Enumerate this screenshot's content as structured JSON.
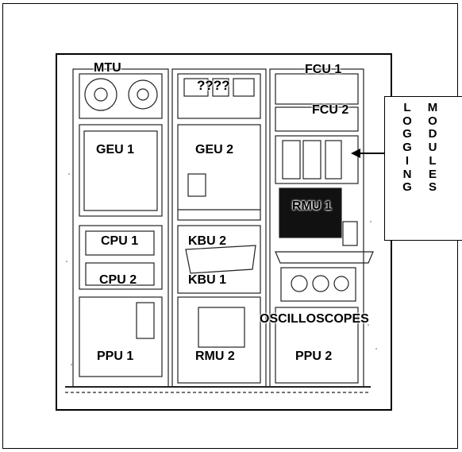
{
  "labels": {
    "mtu": "MTU",
    "unknown": "????",
    "fcu1": "FCU 1",
    "fcu2": "FCU 2",
    "geu1": "GEU 1",
    "geu2": "GEU 2",
    "rmu1": "RMU 1",
    "cpu1": "CPU 1",
    "kbu2": "KBU 2",
    "cpu2": "CPU 2",
    "kbu1": "KBU 1",
    "oscilloscopes": "OSCILLOSCOPES",
    "ppu1": "PPU 1",
    "rmu2": "RMU 2",
    "ppu2": "PPU 2"
  },
  "side_label": {
    "word1_letters": [
      "L",
      "O",
      "G",
      "G",
      "I",
      "N",
      "G"
    ],
    "word2_letters": [
      "M",
      "O",
      "D",
      "U",
      "L",
      "E",
      "S"
    ]
  }
}
